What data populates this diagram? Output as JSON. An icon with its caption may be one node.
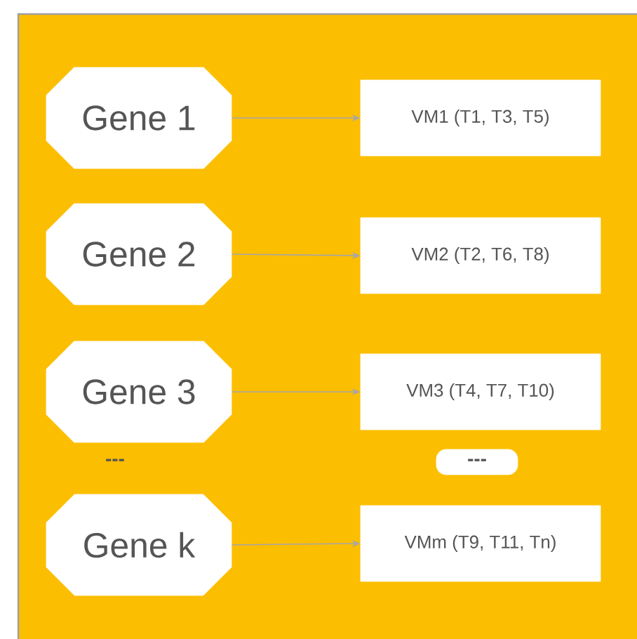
{
  "diagram": {
    "nodes": [
      {
        "text": [
          "Gene 1"
        ]
      },
      {
        "text": [
          "VM1 (T1, T3, T5)"
        ]
      },
      {
        "text": [
          "Gene 2"
        ]
      },
      {
        "text": [
          "VM2 (T2, T6, T8)"
        ]
      },
      {
        "text": [
          "Gene 3"
        ]
      },
      {
        "text": [
          "VM3 (T4, T7, T10)"
        ]
      },
      {
        "text": [
          "---"
        ]
      },
      {
        "text": [
          "Gene k"
        ]
      },
      {
        "text": [
          "VMm (T9, T11, Tn)"
        ]
      }
    ],
    "edges": [
      {
        "from": 0,
        "to": 1,
        "arrow": "to"
      },
      {
        "from": 2,
        "to": 3,
        "arrow": "to"
      },
      {
        "from": 4,
        "to": 5,
        "arrow": "to"
      },
      {
        "from": 7,
        "to": 8,
        "arrow": "to"
      }
    ],
    "labels": [
      "---"
    ]
  }
}
